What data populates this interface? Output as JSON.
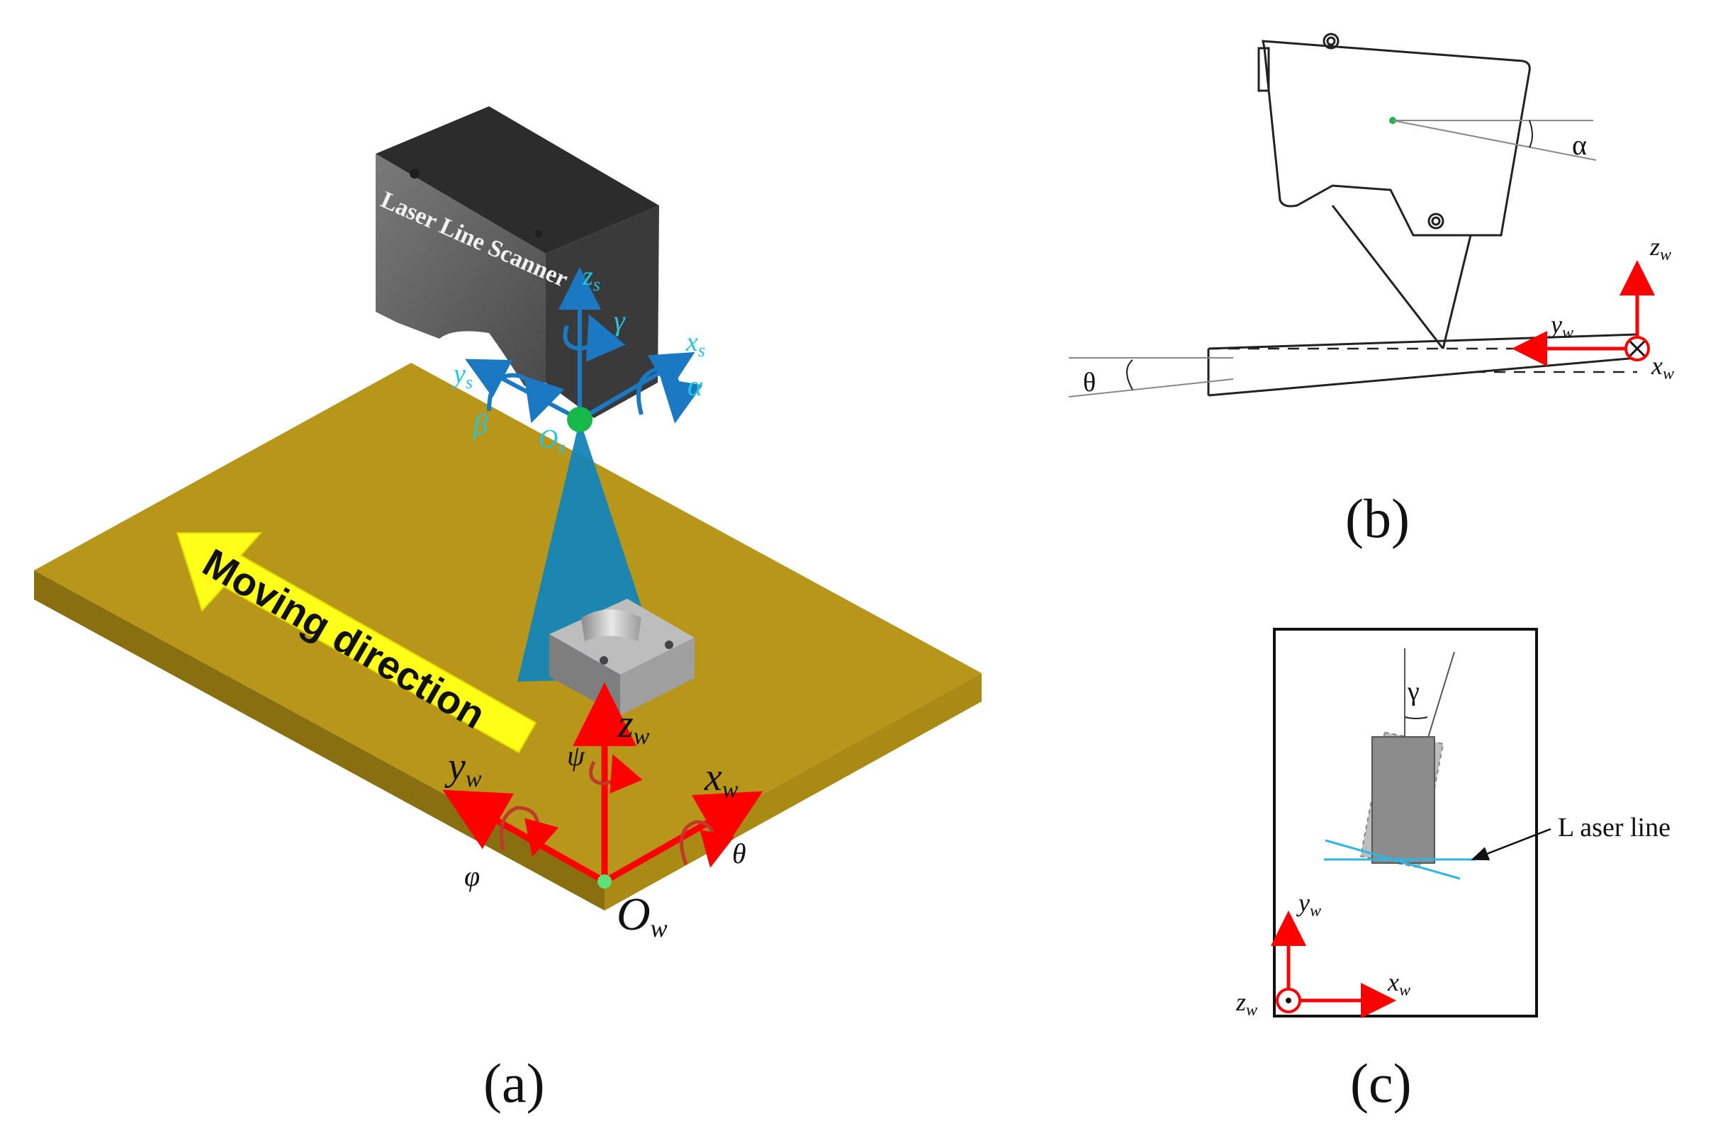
{
  "panel_a": {
    "scanner_label": "Laser Line Scanner",
    "moving_direction": "Moving direction",
    "sensor_axes": {
      "z": "z",
      "z_sub": "s",
      "x": "x",
      "x_sub": "s",
      "y": "y",
      "y_sub": "s",
      "origin": "O",
      "origin_sub": "s"
    },
    "sensor_angles": {
      "gamma": "γ",
      "alpha": "α",
      "beta": "β"
    },
    "world_axes": {
      "z": "z",
      "z_sub": "w",
      "x": "x",
      "x_sub": "w",
      "y": "y",
      "y_sub": "w",
      "origin": "O",
      "origin_sub": "w"
    },
    "world_angles": {
      "psi": "ψ",
      "theta": "θ",
      "phi": "φ"
    },
    "caption": "(a)"
  },
  "panel_b": {
    "alpha": "α",
    "theta": "θ",
    "axes": {
      "z": "z",
      "z_sub": "w",
      "y": "y",
      "y_sub": "w",
      "x": "x",
      "x_sub": "w"
    },
    "caption": "(b)"
  },
  "panel_c": {
    "gamma": "γ",
    "laser_line_label": "L aser line",
    "axes": {
      "y": "y",
      "y_sub": "w",
      "x": "x",
      "x_sub": "w",
      "z": "z",
      "z_sub": "w"
    },
    "caption": "(c)"
  },
  "colors": {
    "plate_top": "#b8961a",
    "plate_side": "#8a6f10",
    "arrow_yellow": "#ffff1a",
    "laser_blue": "#1384b8",
    "sensor_axis_blue": "#1b79c4",
    "sensor_label_cyan": "#22c6e0",
    "world_axis_red": "#ff0000",
    "scanner_body": "#5a5a5a",
    "laser_line_cyan": "#29b6e8",
    "origin_green": "#17b84a"
  }
}
